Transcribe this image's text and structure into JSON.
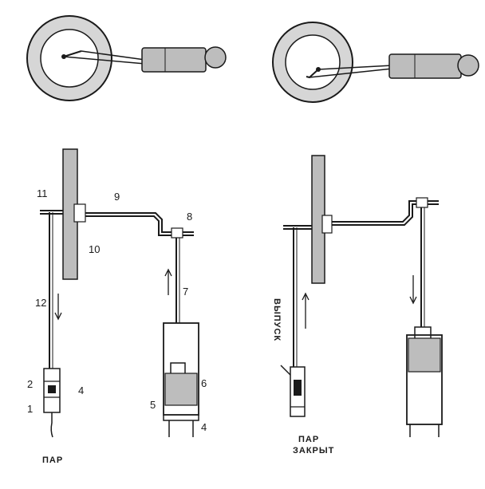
{
  "labels": {
    "n1": "1",
    "n2": "2",
    "n4a": "4",
    "n4b": "4",
    "n5": "5",
    "n6": "6",
    "n7": "7",
    "n8": "8",
    "n9": "9",
    "n10": "10",
    "n11": "11",
    "n12": "12"
  },
  "captions": {
    "steam": "ПАР",
    "steam_closed_line1": "ПАР",
    "steam_closed_line2": "ЗАКРЫТ",
    "exhaust": "ВЫПУСК"
  },
  "colors": {
    "ink": "#1a1a1a",
    "wheel_fill": "#d6d6d6",
    "cylinder_fill": "#bdbdbd",
    "background": "#ffffff"
  }
}
